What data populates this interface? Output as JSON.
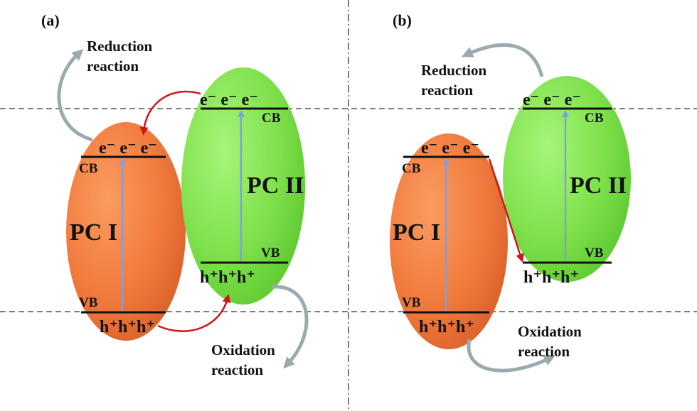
{
  "panels": [
    {
      "label": "(a)",
      "pc1": {
        "name": "PC I",
        "cb": "CB",
        "vb": "VB",
        "electrons": "e⁻ e⁻ e⁻",
        "holes": "h⁺h⁺h⁺"
      },
      "pc2": {
        "name": "PC II",
        "cb": "CB",
        "vb": "VB",
        "electrons": "e⁻ e⁻ e⁻",
        "holes": "h⁺h⁺h⁺"
      },
      "reduction": [
        "Reduction",
        "reaction"
      ],
      "oxidation": [
        "Oxidation",
        "reaction"
      ]
    },
    {
      "label": "(b)",
      "pc1": {
        "name": "PC I",
        "cb": "CB",
        "vb": "VB",
        "electrons": "e⁻ e⁻ e⁻",
        "holes": "h⁺h⁺h⁺"
      },
      "pc2": {
        "name": "PC II",
        "cb": "CB",
        "vb": "VB",
        "electrons": "e⁻ e⁻ e⁻",
        "holes": "h⁺h⁺h⁺"
      },
      "reduction": [
        "Reduction",
        "reaction"
      ],
      "oxidation": [
        "Oxidation",
        "reaction"
      ]
    }
  ],
  "colors": {
    "pc1_fill": "#f07a3c",
    "pc2_fill": "#7ee04a",
    "excitation_arrow": "#7f9fe0",
    "transfer_arrow": "#d0151a",
    "reaction_arrow": "#9aabb0",
    "band_line": "#111111"
  }
}
